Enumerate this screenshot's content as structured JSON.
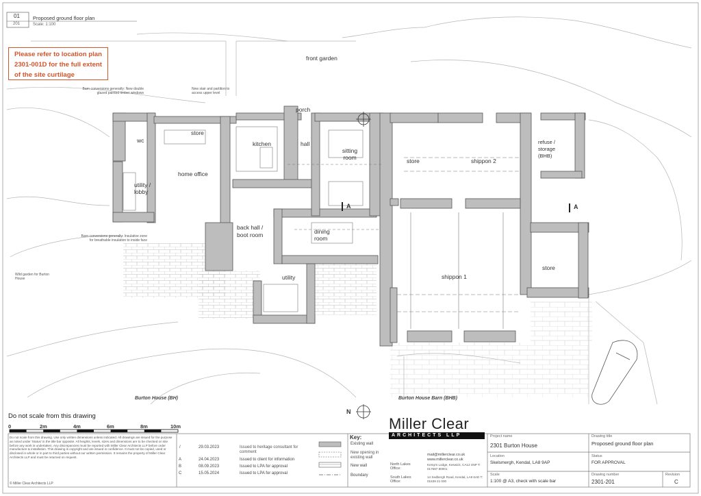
{
  "header": {
    "sheet_number": "01",
    "sheet_sub": "201",
    "title": "Proposed ground floor plan",
    "scale": "Scale: 1:100"
  },
  "notice": "Please refer to location plan 2301-001D for the full extent of the site curtilage",
  "annotations": {
    "front_garden": "front garden",
    "barn_conversions_1": "Barn conversions generally: New double glazed painted timber windows",
    "new_stair": "New stair and partition to access upper level",
    "barn_conversions_2": "Barn conversions generally: Insulative zone for breathable insulation to inside face",
    "wild_garden": "Wild garden for Burton House",
    "burton_house": "Burton House (BH)",
    "burton_house_barn": "Burton House Barn (BHB)",
    "section_a_left": "A",
    "section_a_right": "A"
  },
  "rooms": {
    "wc": "wc",
    "store_small": "store",
    "kitchen": "kitchen",
    "hall": "hall",
    "porch": "porch",
    "sitting_room": "sitting room",
    "home_office": "home office",
    "utility_lobby": "utility / lobby",
    "back_hall": "back hall / boot room",
    "dining_room": "dining room",
    "utility": "utility",
    "store_barn": "store",
    "shippon_2": "shippon 2",
    "refuse_storage": "refuse / storage (BHB)",
    "shippon_1": "shippon 1",
    "store_right": "store"
  },
  "scale_bar": {
    "note": "Do not scale from this drawing",
    "ticks": [
      "0",
      "2m",
      "4m",
      "6m",
      "8m",
      "10m"
    ]
  },
  "disclaimer": "Do not scale from this drawing. Use only written dimensions unless indicated. All drawings are issued for the purpose as noted under 'Status' in the title bar opposite. All heights, levels, sizes and dimensions are to be checked on site before any work is undertaken. Any discrepancies must be reported with Miller Clear Architects LLP before order manufacture & installation. This drawing is copyright and are issued in confidence. It must not be copied, used or disclosed in whole or in part to third parties without our written permission. It remains the property of Miller Clear Architects LLP and must be returned on request.",
  "copyright": "© Miller Clear Architects LLP",
  "revisions": [
    {
      "rev": "/",
      "date": "29.03.2023",
      "desc": "Issued to heritage consultant for comment"
    },
    {
      "rev": "A",
      "date": "24.04.2023",
      "desc": "Issued to client for information"
    },
    {
      "rev": "B",
      "date": "08.09.2023",
      "desc": "Issued to LPA for approval"
    },
    {
      "rev": "C",
      "date": "15.05.2024",
      "desc": "Issued to LPA for approval"
    }
  ],
  "key": {
    "title": "Key:",
    "items": [
      "Existing wall",
      "New opening in existing wall",
      "New wall",
      "Boundary"
    ]
  },
  "firm": {
    "name": "Miller Clear",
    "sub": "ARCHITECTS LLP",
    "north_office": "North Lakes Office:",
    "south_office": "South Lakes Office:",
    "email": "mail@millerclear.co.uk",
    "web": "www.millerclear.co.uk",
    "north_address": "Kemp's Lodge, Keswick, CA12 4NP  T: 017687 80001",
    "south_address": "14 Sedbergh Road, Kendal, LA9 6AD  T: 01539 21 000"
  },
  "titleblock": {
    "project_name_label": "Project name",
    "project_name": "2301  Burton House",
    "location_label": "Location",
    "location": "Skelsmergh, Kendal, LA8 9AP",
    "scale_label": "Scale",
    "scale": "1:100 @ A3, check with scale bar",
    "drawing_title_label": "Drawing title",
    "drawing_title": "Proposed ground floor plan",
    "status_label": "Status",
    "status": "FOR APPROVAL",
    "drawing_number_label": "Drawing number",
    "drawing_number": "2301-201",
    "revision_label": "Revision",
    "revision": "C"
  },
  "north_label": "N"
}
